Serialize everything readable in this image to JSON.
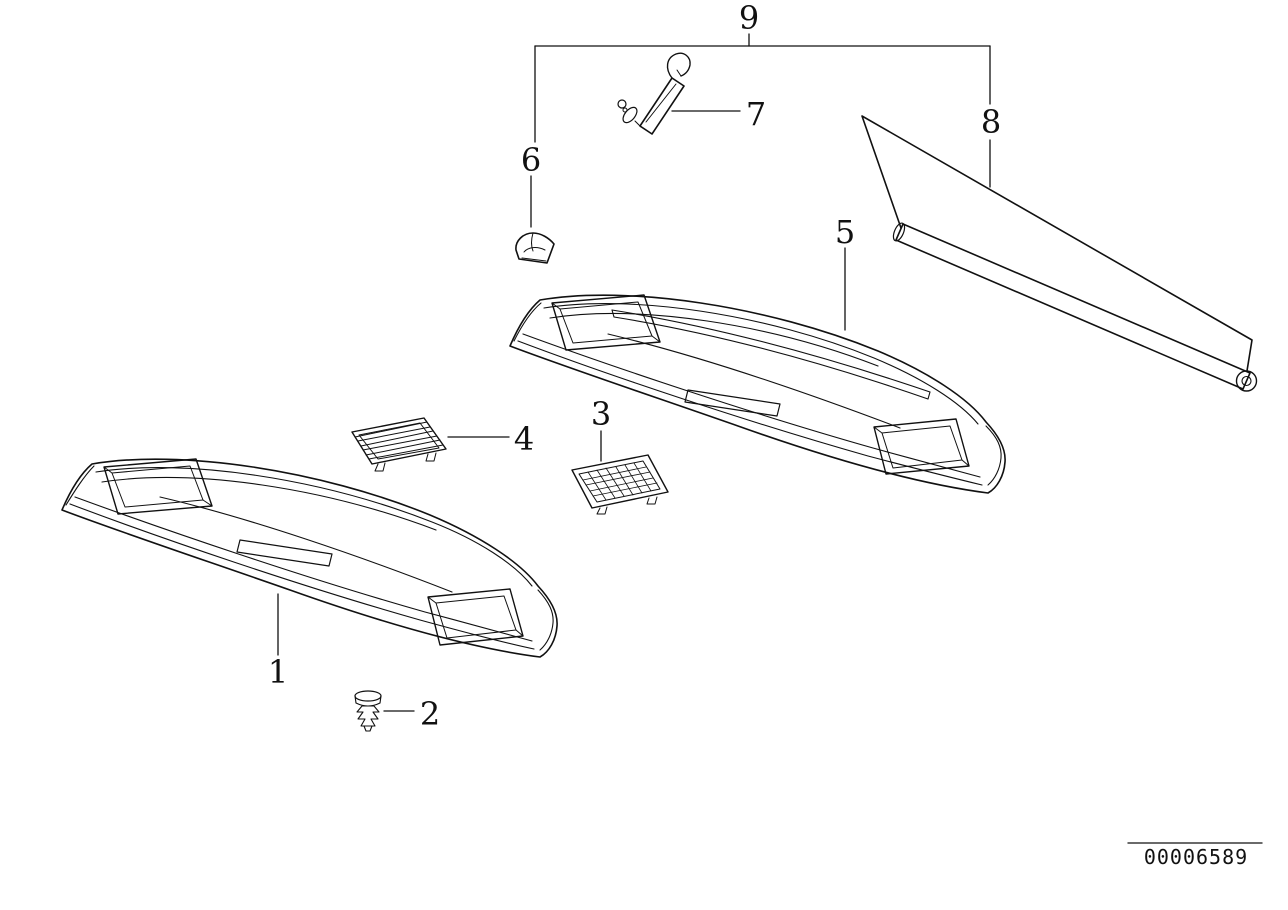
{
  "diagram": {
    "doc_number": "00006589",
    "callouts": [
      {
        "label": "1"
      },
      {
        "label": "2"
      },
      {
        "label": "3"
      },
      {
        "label": "4"
      },
      {
        "label": "5"
      },
      {
        "label": "6"
      },
      {
        "label": "7"
      },
      {
        "label": "8"
      },
      {
        "label": "9"
      }
    ],
    "colors": {
      "line": "#111111",
      "background": "#ffffff"
    }
  }
}
